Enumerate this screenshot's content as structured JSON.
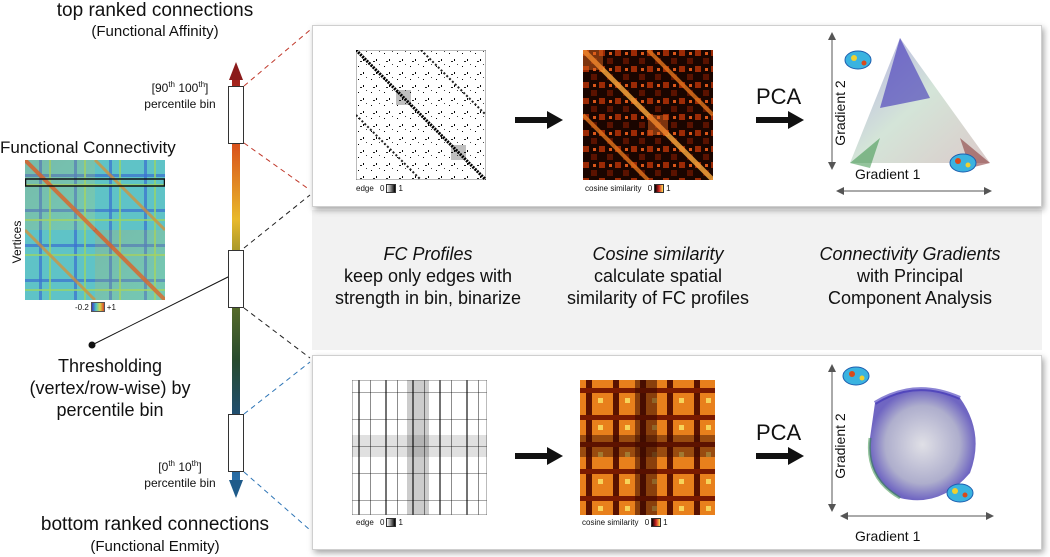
{
  "title_top": "top ranked connections",
  "subtitle_top": "(Functional Affinity)",
  "title_bottom": "bottom ranked connections",
  "subtitle_bottom": "(Functional Enmity)",
  "bin_top": {
    "line1_a": "[90",
    "sup1": "th",
    "line1_b": " 100",
    "sup2": "th",
    "line1_c": "]",
    "line2": "percentile bin"
  },
  "bin_bottom": {
    "line1_a": "[0",
    "sup1": "th",
    "line1_b": " 10",
    "sup2": "th",
    "line1_c": "]",
    "line2": "percentile bin"
  },
  "fc": {
    "title": "Functional Connectivity",
    "ylabel": "Vertices",
    "cbar_min": "-0.2",
    "cbar_max": "+1"
  },
  "thresholding": {
    "line1": "Thresholding",
    "line2": "(vertex/row-wise) by",
    "line3": "percentile bin"
  },
  "steps": [
    {
      "title": "FC Profiles",
      "line1": "keep only edges with",
      "line2": "strength in bin, binarize"
    },
    {
      "title": "Cosine similarity",
      "line1": "calculate spatial",
      "line2": "similarity of FC profiles"
    },
    {
      "title": "Connectivity Gradients",
      "line1": "with Principal",
      "line2": "Component Analysis"
    }
  ],
  "panel_labels": {
    "edge": "edge",
    "edge_min": "0",
    "edge_max": "1",
    "cos": "cosine similarity",
    "cos_min": "0",
    "cos_max": "1",
    "pca": "PCA",
    "gradient1": "Gradient 1",
    "gradient2": "Gradient 2"
  },
  "colors": {
    "arrow_red": "#c0392b",
    "arrow_blue": "#2e75b6",
    "pca_arrow": "#111111"
  }
}
